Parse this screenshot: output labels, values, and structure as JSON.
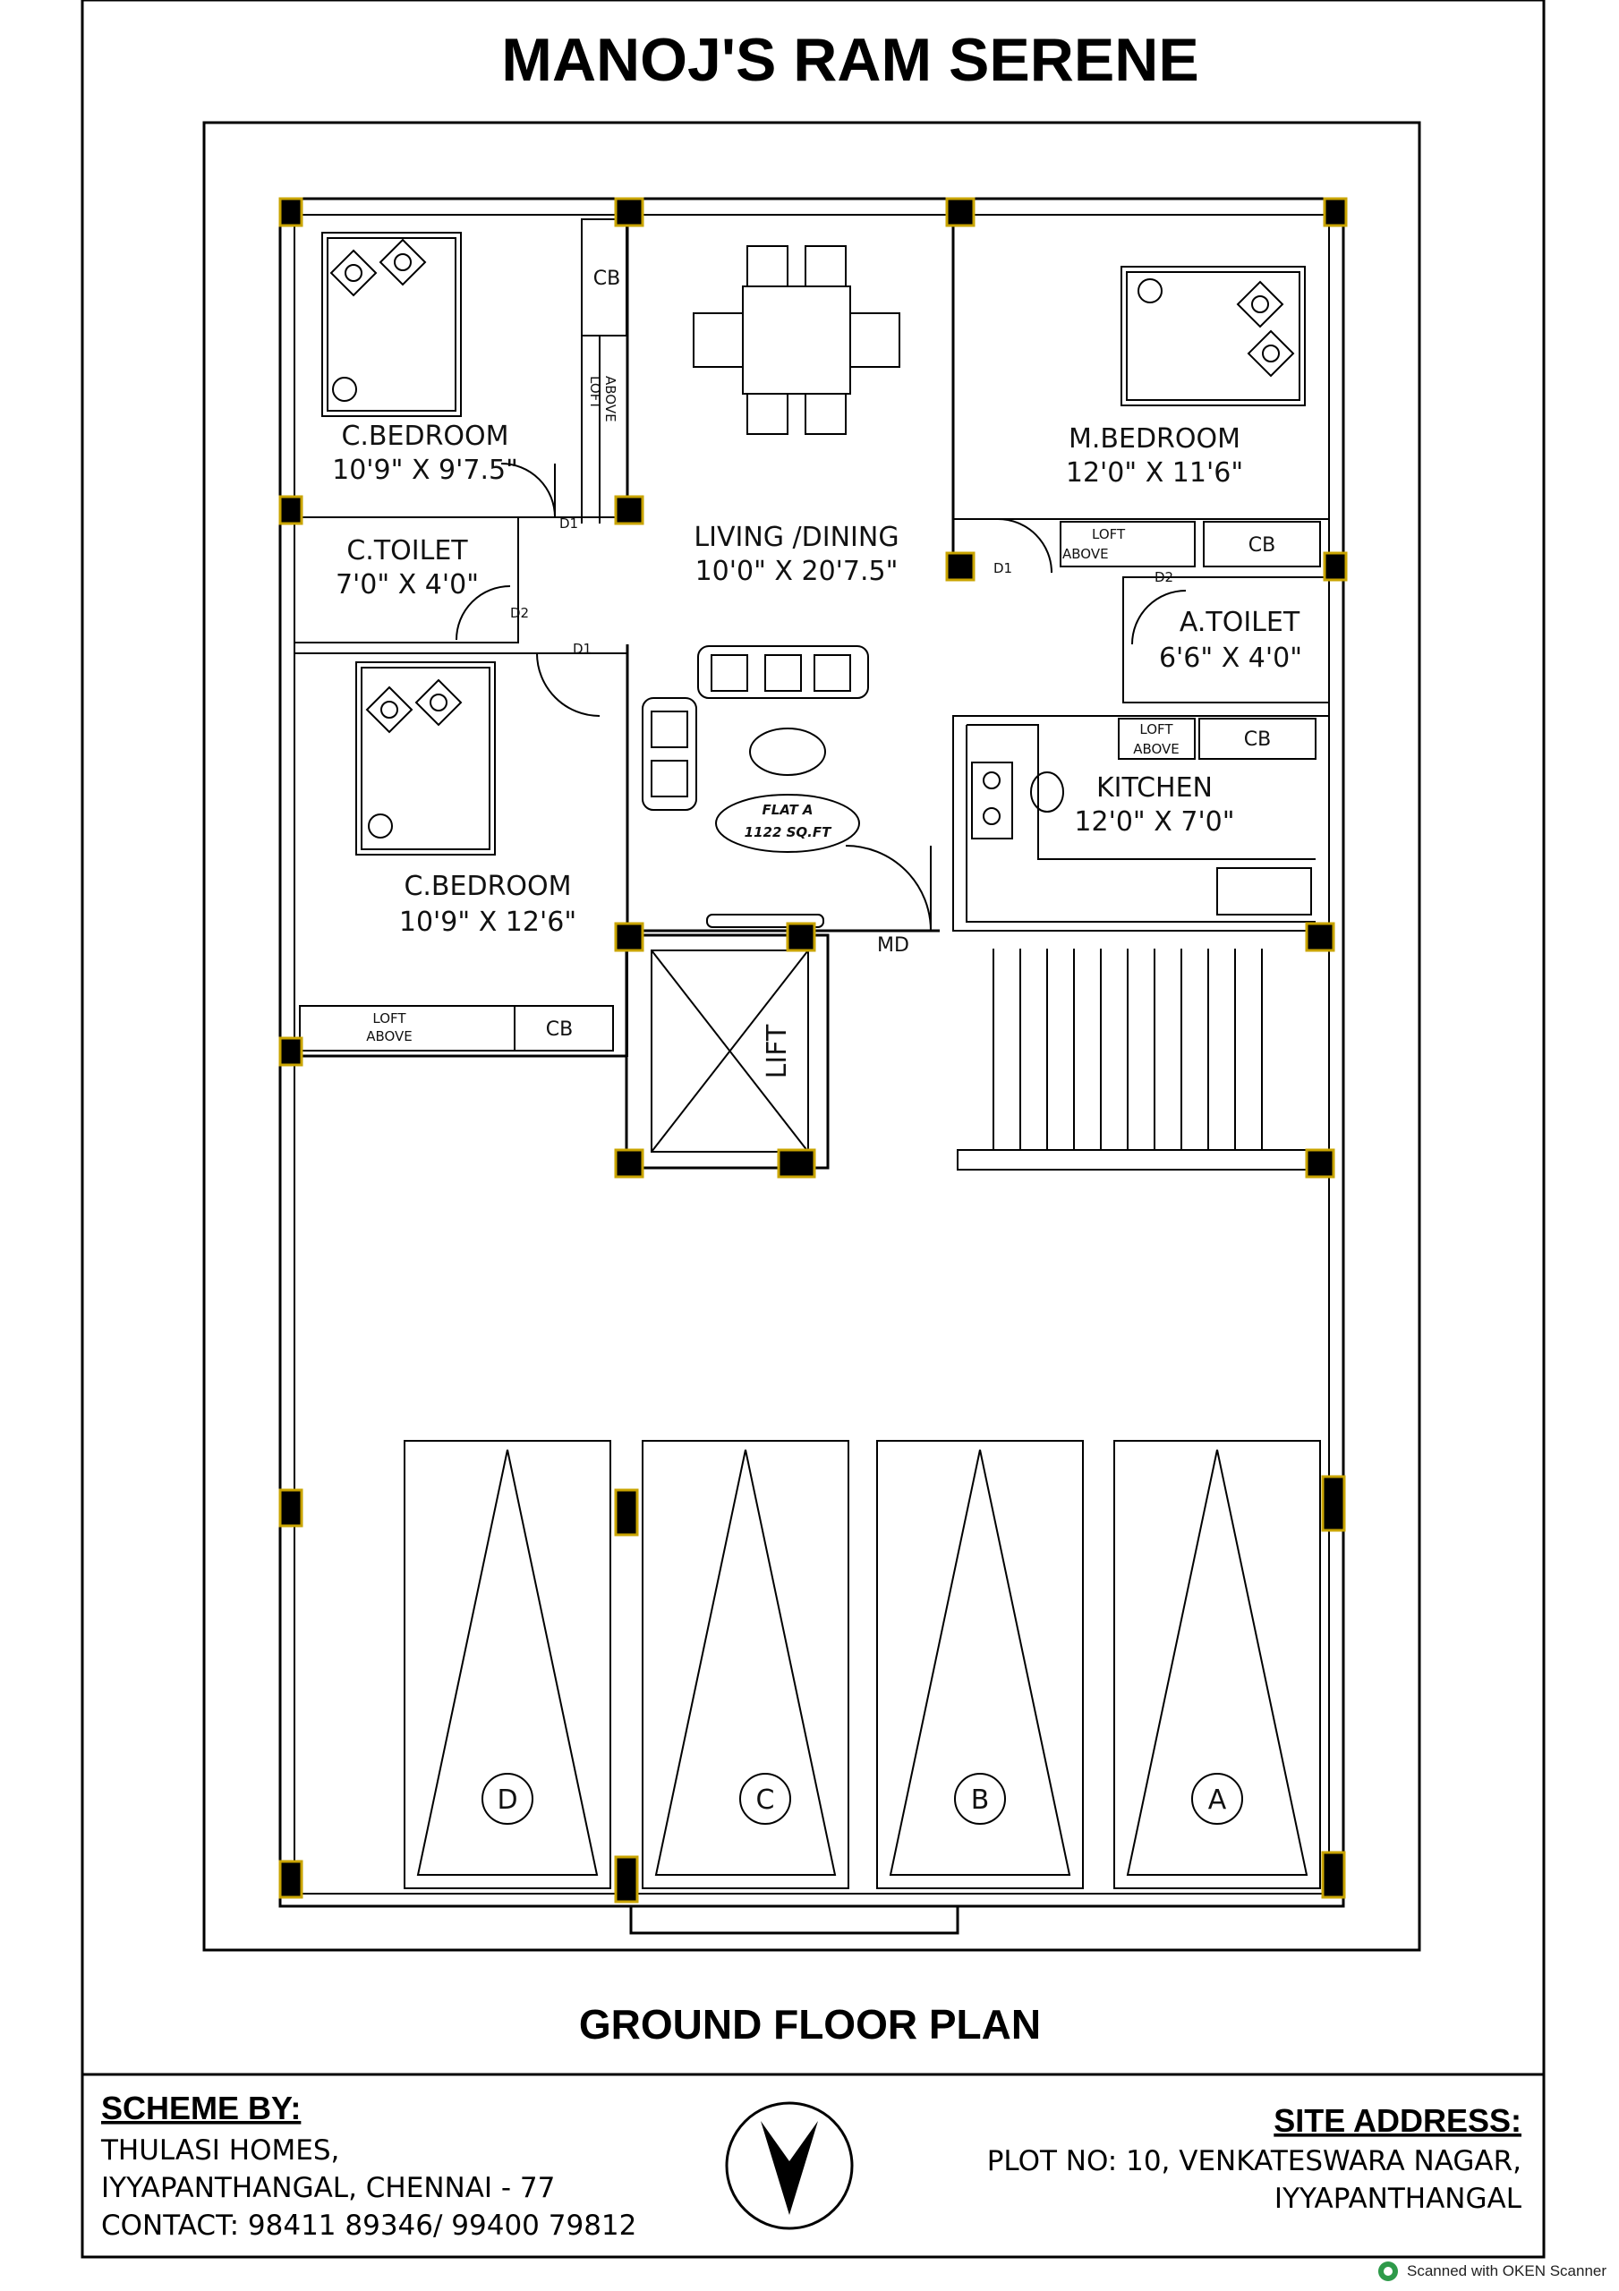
{
  "title": "MANOJ'S RAM SERENE",
  "plan_title": "GROUND FLOOR PLAN",
  "rooms": {
    "c_bedroom_1": {
      "name": "C.BEDROOM",
      "size": "10'9\" X 9'7.5\""
    },
    "c_toilet": {
      "name": "C.TOILET",
      "size": "7'0\" X 4'0\""
    },
    "c_bedroom_2": {
      "name": "C.BEDROOM",
      "size": "10'9\" X 12'6\""
    },
    "living": {
      "name": "LIVING /DINING",
      "size": "10'0\" X 20'7.5\""
    },
    "m_bedroom": {
      "name": "M.BEDROOM",
      "size": "12'0\" X 11'6\""
    },
    "a_toilet": {
      "name": "A.TOILET",
      "size": "6'6\" X 4'0\""
    },
    "kitchen": {
      "name": "KITCHEN",
      "size": "12'0\" X 7'0\""
    }
  },
  "labels": {
    "cb": "CB",
    "loft": "LOFT",
    "above": "ABOVE",
    "d1": "D1",
    "d2": "D2",
    "md": "MD",
    "lift": "LIFT",
    "flat": "FLAT A",
    "flat_area": "1122 SQ.FT"
  },
  "parking": [
    "D",
    "C",
    "B",
    "A"
  ],
  "footer": {
    "scheme_heading": "SCHEME BY:",
    "scheme_line1": "THULASI HOMES,",
    "scheme_line2": "IYYAPANTHANGAL, CHENNAI - 77",
    "scheme_line3": "CONTACT: 98411 89346/ 99400 79812",
    "site_heading": "SITE ADDRESS:",
    "site_line1": "PLOT NO: 10, VENKATESWARA NAGAR,",
    "site_line2": "IYYAPANTHANGAL"
  },
  "scanner_text": "Scanned with OKEN Scanner",
  "colors": {
    "column_outline": "#c9a400",
    "scanner_icon": "#2e9a4a"
  }
}
